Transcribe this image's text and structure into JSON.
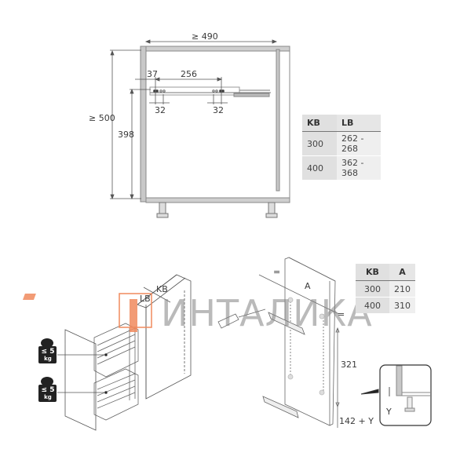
{
  "top_drawing": {
    "width_min": "≥ 490",
    "height_min": "≥ 500",
    "height_398": "398",
    "offset_37": "37",
    "spacing_256": "256",
    "hole_32_left": "32",
    "hole_32_right": "32"
  },
  "table_kb_lb": {
    "headers": [
      "KB",
      "LB"
    ],
    "rows": [
      [
        "300",
        "262 - 268"
      ],
      [
        "400",
        "362 - 368"
      ]
    ]
  },
  "table_kb_a": {
    "headers": [
      "KB",
      "A"
    ],
    "rows": [
      [
        "300",
        "210"
      ],
      [
        "400",
        "310"
      ]
    ]
  },
  "iso_drawing": {
    "label_kb": "KB",
    "label_lb": "LB",
    "weight_top": "≤ 5",
    "weight_top_unit": "kg",
    "weight_bottom": "≤ 5",
    "weight_bottom_unit": "kg"
  },
  "front_mount": {
    "label_eq_left": "=",
    "label_eq_right": "=",
    "label_a": "A",
    "dim_321": "321",
    "dim_142": "142 + Y",
    "detail_y": "Y"
  },
  "watermark": {
    "text": "ИНТАЛИКА",
    "logo_color": "#f08a5d"
  },
  "colors": {
    "panel_gray": "#c8c8c8",
    "line": "#555555"
  }
}
